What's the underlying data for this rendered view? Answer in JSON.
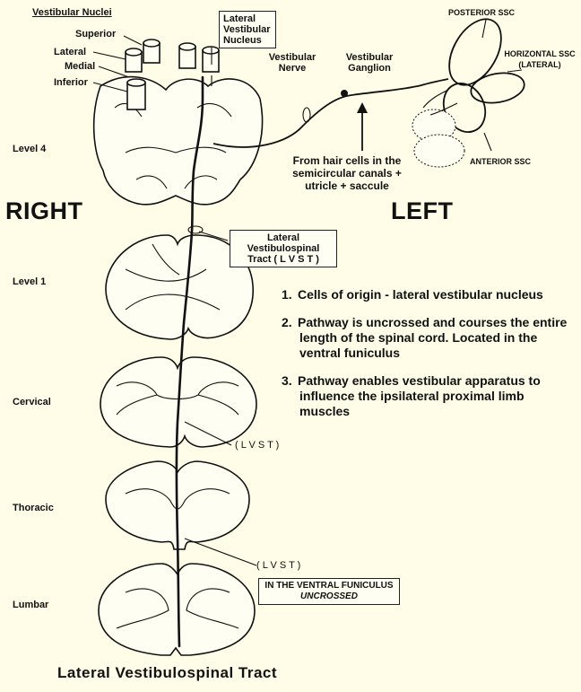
{
  "nuclei": {
    "header": "Vestibular Nuclei",
    "superior": "Superior",
    "lateral": "Lateral",
    "medial": "Medial",
    "inferior": "Inferior"
  },
  "lvn_box": "Lateral Vestibular Nucleus",
  "vestibular_nerve": "Vestibular Nerve",
  "vestibular_ganglion": "Vestibular Ganglion",
  "posterior_ssc": "POSTERIOR SSC",
  "horizontal_ssc": "HORIZONTAL SSC (LATERAL)",
  "anterior_ssc": "ANTERIOR SSC",
  "hair_cells": "From hair cells in the semicircular canals + utricle + saccule",
  "right_label": "RIGHT",
  "left_label": "LEFT",
  "levels": {
    "level4": "Level  4",
    "level1": "Level  1",
    "cervical": "Cervical",
    "thoracic": "Thoracic",
    "lumbar": "Lumbar"
  },
  "lvst_box": "Lateral  Vestibulospinal Tract  ( L V S T )",
  "lvst_label_1": "( L V S T )",
  "lvst_label_2": "( L V S T )",
  "ventral_box_line1": "IN THE VENTRAL FUNICULUS",
  "ventral_box_line2": "UNCROSSED",
  "notes": [
    {
      "num": "1.",
      "text": "Cells of origin - lateral vestibular nucleus"
    },
    {
      "num": "2.",
      "text": "Pathway is uncrossed and courses the entire length of the spinal cord.  Located in the ventral funiculus"
    },
    {
      "num": "3.",
      "text": "Pathway enables vestibular apparatus to influence the ipsilateral proximal limb muscles"
    }
  ],
  "bottom_title": "Lateral   Vestibulospinal   Tract"
}
